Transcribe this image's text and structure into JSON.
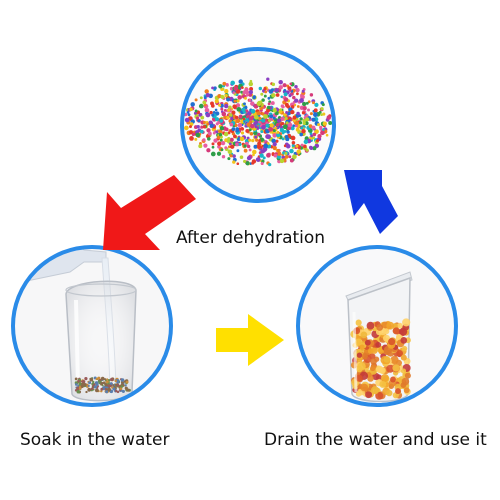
{
  "captions": {
    "top": "After dehydration",
    "left": "Soak in the water",
    "right": "Drain the water and use it"
  },
  "colors": {
    "circle_border": "#2a8be8",
    "arrow_left": "#f01818",
    "arrow_bottom": "#ffe000",
    "arrow_right": "#1038e0",
    "background": "#ffffff"
  },
  "icons": {
    "top_circle": "dry-beads-pile",
    "left_circle": "glass-being-filled-with-water",
    "right_circle": "glass-full-of-swollen-beads"
  }
}
